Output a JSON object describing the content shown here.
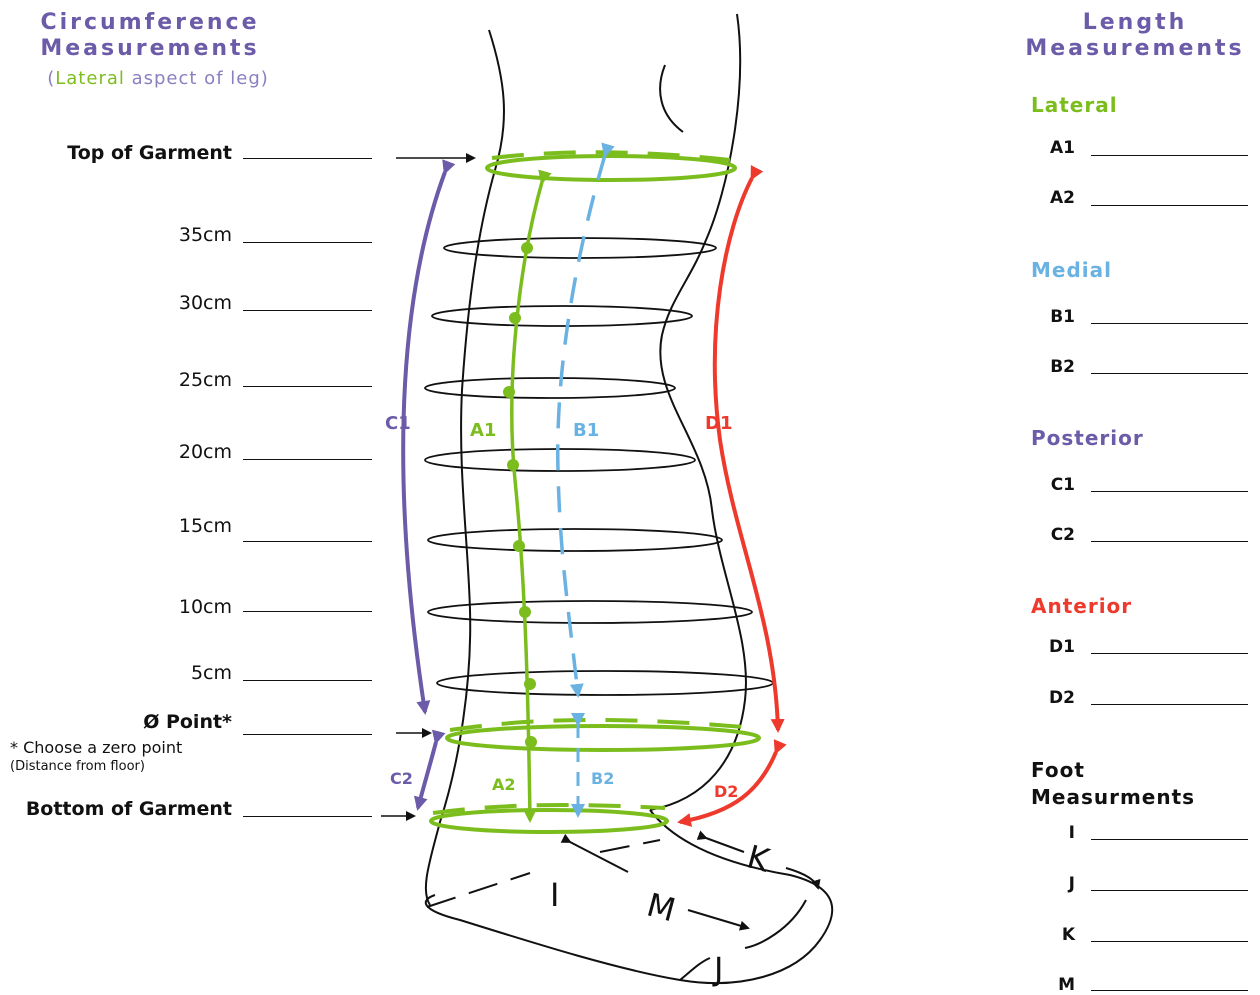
{
  "left_header": {
    "title_line1": "Circumference",
    "title_line2": "Measurements",
    "sub_open": "(",
    "sub_lateral": "Lateral",
    "sub_rest": " aspect of leg)"
  },
  "circ_rows": {
    "top": "Top of Garment",
    "r35": "35cm",
    "r30": "30cm",
    "r25": "25cm",
    "r20": "20cm",
    "r15": "15cm",
    "r10": "10cm",
    "r5": "5cm",
    "zero": "Ø Point*",
    "zero_note1": "* Choose a zero point",
    "zero_note2": "(Distance from floor)",
    "bottom": "Bottom of Garment"
  },
  "diagram_labels": {
    "C1": "C1",
    "A1": "A1",
    "B1": "B1",
    "D1": "D1",
    "C2": "C2",
    "A2": "A2",
    "B2": "B2",
    "D2": "D2",
    "I": "I",
    "M": "M",
    "K": "K",
    "J": "J"
  },
  "right_header": {
    "title_line1": "Length",
    "title_line2": "Measurements"
  },
  "length_sections": {
    "lateral": {
      "title": "Lateral",
      "a": "A1",
      "b": "A2"
    },
    "medial": {
      "title": "Medial",
      "a": "B1",
      "b": "B2"
    },
    "posterior": {
      "title": "Posterior",
      "a": "C1",
      "b": "C2"
    },
    "anterior": {
      "title": "Anterior",
      "a": "D1",
      "b": "D2"
    },
    "foot": {
      "title_line1": "Foot",
      "title_line2": "Measurments",
      "i": "I",
      "j": "J",
      "k": "K",
      "m": "M"
    }
  },
  "colors": {
    "purple": "#6b5ba8",
    "green": "#7cbd1e",
    "blue": "#6ab2e2",
    "red": "#ee3a2c",
    "black": "#111111"
  }
}
